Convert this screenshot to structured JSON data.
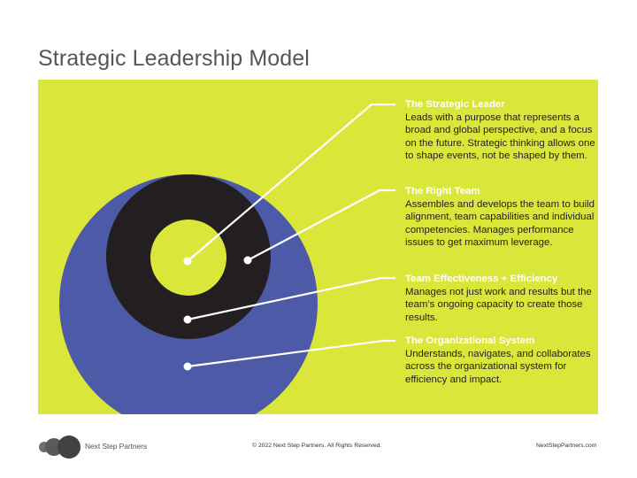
{
  "title": "Strategic Leadership Model",
  "colors": {
    "panel": "#dbe63a",
    "outer_ring": "#4d5aa8",
    "middle_ring": "#231f20",
    "inner_circle": "#dbe63a",
    "leader_lines": "#ffffff"
  },
  "entries": [
    {
      "heading": "The Strategic Leader",
      "body": "Leads with a purpose that represents a broad and global perspective, and a focus on the future. Strategic thinking allows one to shape events, not be shaped by them."
    },
    {
      "heading": "The Right Team",
      "body": "Assembles and develops the team to build alignment, team capabilities and individual competencies. Manages performance issues to get maximum leverage."
    },
    {
      "heading": "Team Effectiveness + Efficiency",
      "body": "Manages not just work and results but the team’s ongoing capacity to create those results."
    },
    {
      "heading": "The Organizational System",
      "body": "Understands, navigates, and collaborates across the organizational system for efficiency and impact."
    }
  ],
  "footer": {
    "brand": "Next Step Partners",
    "logo_icon": "three-overlapping-circles-icon",
    "copyright": "© 2022 Next Step Partners.  All Rights Reserved.",
    "website": "NextStepPartners.com"
  }
}
